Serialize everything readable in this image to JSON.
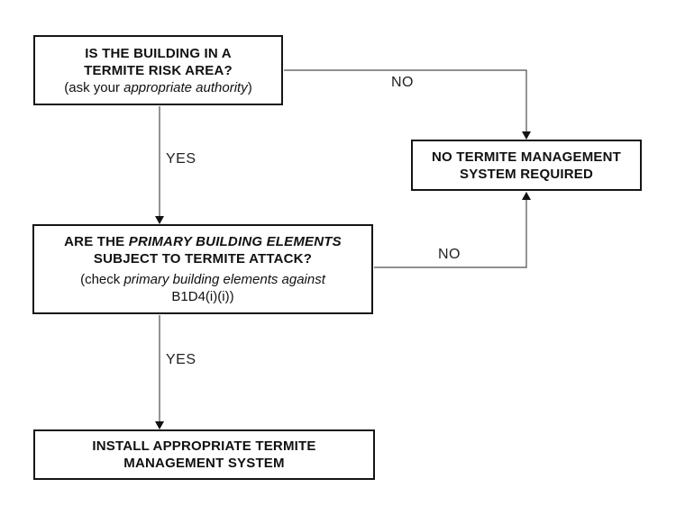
{
  "page": {
    "background_color": "#ffffff",
    "box_border_color": "#151515",
    "connector_color": "#4d4d4d",
    "arrowhead_color": "#111111"
  },
  "flowchart": {
    "boxes": [
      {
        "id": "termite-risk-question",
        "lines": [
          {
            "bold": true,
            "runs": [
              {
                "t": "IS THE BUILDING IN A"
              }
            ]
          },
          {
            "bold": true,
            "runs": [
              {
                "t": "TERMITE RISK AREA?"
              }
            ]
          },
          {
            "bold": false,
            "runs": [
              {
                "t": "(ask your "
              },
              {
                "t": "appropriate authority",
                "i": true
              },
              {
                "t": ")"
              }
            ]
          }
        ]
      },
      {
        "id": "no-termite-system-required",
        "lines": [
          {
            "bold": true,
            "runs": [
              {
                "t": "NO TERMITE MANAGEMENT"
              }
            ]
          },
          {
            "bold": true,
            "runs": [
              {
                "t": "SYSTEM REQUIRED"
              }
            ]
          }
        ]
      },
      {
        "id": "primary-elements-question",
        "lines": [
          {
            "bold": true,
            "runs": [
              {
                "t": "ARE THE "
              },
              {
                "t": "PRIMARY BUILDING ELEMENTS",
                "i": true
              }
            ]
          },
          {
            "bold": true,
            "runs": [
              {
                "t": "SUBJECT TO TERMITE ATTACK?"
              }
            ]
          },
          {
            "bold": false,
            "gap": true,
            "runs": [
              {
                "t": "(check "
              },
              {
                "t": "primary building elements against",
                "i": true
              }
            ]
          },
          {
            "bold": false,
            "runs": [
              {
                "t": "B1D4(i)(i))"
              }
            ]
          }
        ]
      },
      {
        "id": "install-termite-system",
        "lines": [
          {
            "bold": true,
            "runs": [
              {
                "t": "INSTALL APPROPRIATE TERMITE"
              }
            ]
          },
          {
            "bold": true,
            "runs": [
              {
                "t": "MANAGEMENT SYSTEM"
              }
            ]
          }
        ]
      }
    ],
    "edge_labels": [
      {
        "id": "no-from-risk-question",
        "text": "NO"
      },
      {
        "id": "yes-from-risk-question",
        "text": "YES"
      },
      {
        "id": "no-from-elements-question",
        "text": "NO"
      },
      {
        "id": "yes-from-elements-question",
        "text": "YES"
      }
    ]
  }
}
